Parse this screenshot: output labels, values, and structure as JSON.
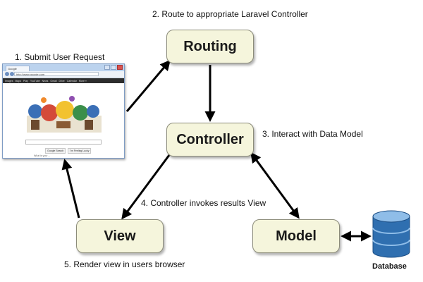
{
  "nodes": {
    "routing": "Routing",
    "controller": "Controller",
    "view": "View",
    "model": "Model"
  },
  "steps": {
    "step1": "1. Submit User Request",
    "step2": "2. Route to appropriate Laravel Controller",
    "step3": "3. Interact with Data Model",
    "step4": "4. Controller invokes results View",
    "step5": "5. Render view in users browser"
  },
  "database": {
    "label": "Database"
  },
  "browser": {
    "tab_title": "Google",
    "address": "http://www.google.com",
    "nav_items": [
      "Images",
      "Maps",
      "Play",
      "YouTube",
      "News",
      "Gmail",
      "Drive",
      "Calendar",
      "More »"
    ],
    "buttons": [
      "Google Search",
      "I'm Feeling Lucky"
    ],
    "footnote": "What is your ..."
  },
  "colors": {
    "node_fill": "#f5f5dc",
    "node_border": "#8c8c7a",
    "arrow": "#000000",
    "db_blue": "#2f6fb0",
    "db_light": "#8fbde8"
  }
}
